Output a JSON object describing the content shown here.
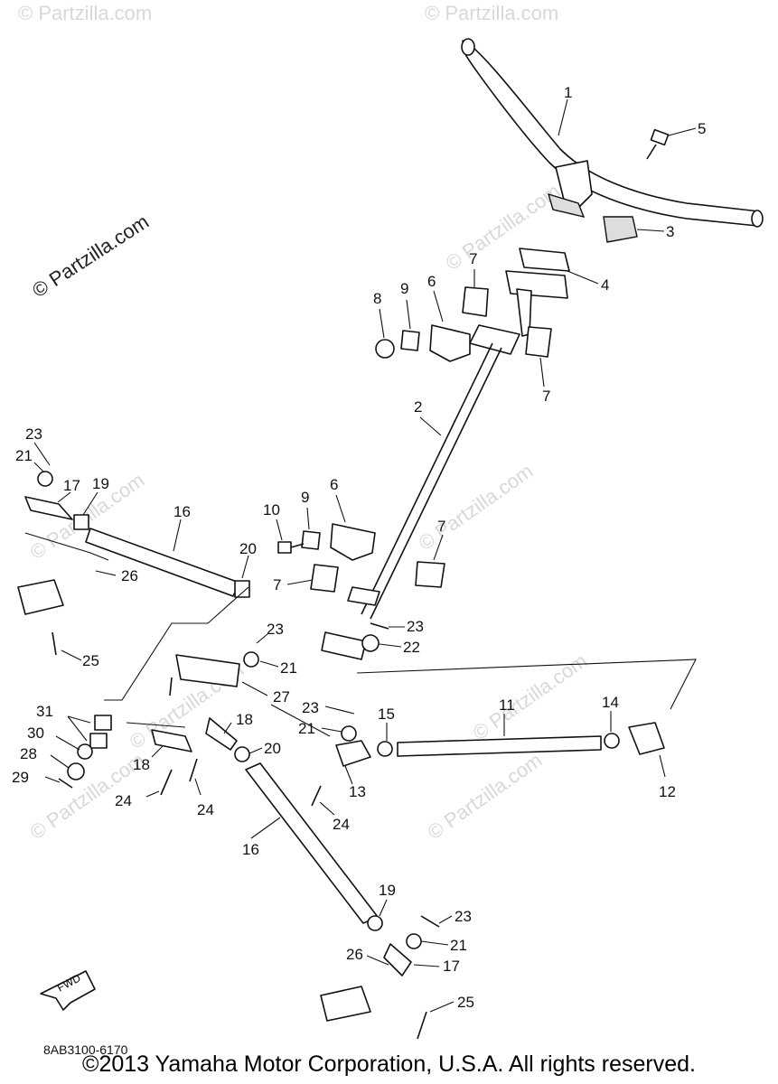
{
  "watermark_main": "© Partzilla.com",
  "watermark_faint": "© Partzilla.com",
  "fwd_label": "FWD",
  "diagram_code": "8AB3100-6170",
  "copyright": "©2013 Yamaha Motor Corporation, U.S.A. All rights reserved.",
  "callouts": {
    "c1": "1",
    "c2": "2",
    "c3": "3",
    "c4": "4",
    "c5": "5",
    "c6a": "6",
    "c6b": "6",
    "c7a": "7",
    "c7b": "7",
    "c7c": "7",
    "c7d": "7",
    "c8": "8",
    "c9a": "9",
    "c9b": "9",
    "c10": "10",
    "c11": "11",
    "c12": "12",
    "c13": "13",
    "c14": "14",
    "c15": "15",
    "c16a": "16",
    "c16b": "16",
    "c17a": "17",
    "c17b": "17",
    "c18a": "18",
    "c18b": "18",
    "c19a": "19",
    "c19b": "19",
    "c20a": "20",
    "c20b": "20",
    "c21a": "21",
    "c21b": "21",
    "c21c": "21",
    "c21d": "21",
    "c22": "22",
    "c23a": "23",
    "c23b": "23",
    "c23c": "23",
    "c23d": "23",
    "c23e": "23",
    "c24a": "24",
    "c24b": "24",
    "c24c": "24",
    "c25a": "25",
    "c25b": "25",
    "c26a": "26",
    "c26b": "26",
    "c27": "27",
    "c28": "28",
    "c29": "29",
    "c30": "30",
    "c31": "31"
  }
}
